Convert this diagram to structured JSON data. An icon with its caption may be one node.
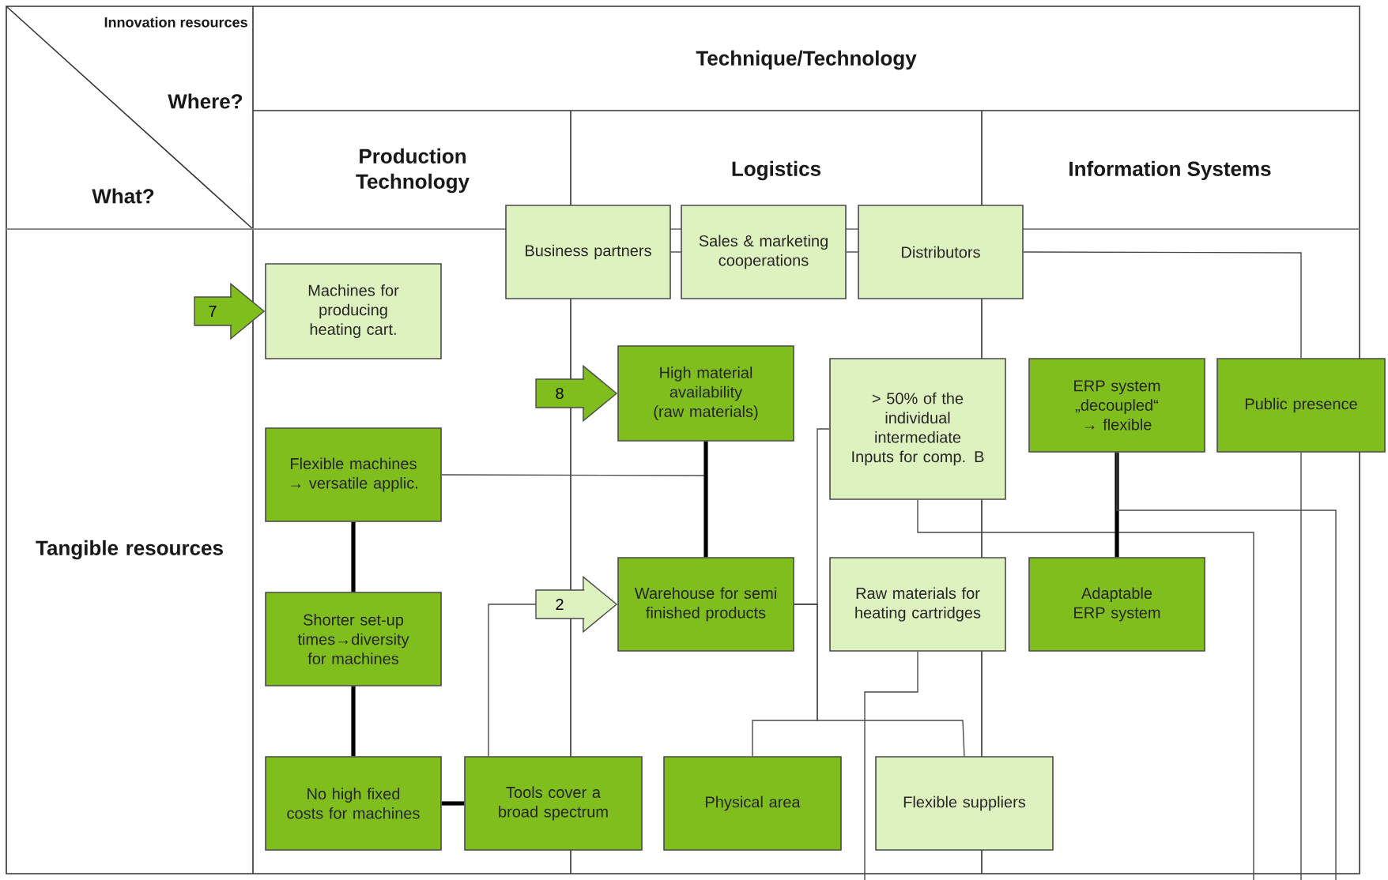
{
  "diagram": {
    "nodes": [
      {
        "text": [
          "Business partners"
        ]
      },
      {
        "text": [
          "Sales & marketing cooperations"
        ]
      },
      {
        "text": [
          "Distributors"
        ]
      },
      {
        "text": [
          "Machines for producing heating cart."
        ]
      },
      {
        "text": [
          "High material availability (raw materials)"
        ]
      },
      {
        "text": [
          "> 50% of the individual intermediate Inputs for comp. B"
        ]
      },
      {
        "text": [
          "ERP system „decoupled“ → flexible"
        ]
      },
      {
        "text": [
          "Public presence"
        ]
      },
      {
        "text": [
          "Flexible machines → versatile applic."
        ]
      },
      {
        "text": [
          "Shorter set-up times→diversity for machines"
        ]
      },
      {
        "text": [
          "Warehouse for semi finished products"
        ]
      },
      {
        "text": [
          "Raw materials for heating cartridges"
        ]
      },
      {
        "text": [
          "Adaptable ERP system"
        ]
      },
      {
        "text": [
          "No high fixed costs for machines"
        ]
      },
      {
        "text": [
          "Tools cover a broad spectrum"
        ]
      },
      {
        "text": [
          "Physical area"
        ]
      },
      {
        "text": [
          "Flexible suppliers"
        ]
      }
    ],
    "edges": [
      {
        "from": 0,
        "to": 1,
        "arrow": "none"
      },
      {
        "from": 1,
        "to": 2,
        "arrow": "none"
      },
      {
        "from": 2,
        "to": 7,
        "arrow": "none"
      },
      {
        "from": 7,
        "to": null,
        "arrow": "none"
      },
      {
        "from": 5,
        "to": null,
        "arrow": "none"
      },
      {
        "from": 6,
        "to": 12,
        "arrow": "none",
        "style": "thick"
      },
      {
        "from": 6,
        "to": null,
        "arrow": "none"
      },
      {
        "from": 11,
        "to": null,
        "arrow": "none"
      },
      {
        "from": 8,
        "to": 10,
        "arrow": "none"
      },
      {
        "from": 4,
        "to": 10,
        "arrow": "none",
        "style": "thick"
      },
      {
        "from": 8,
        "to": 9,
        "arrow": "none",
        "style": "thick"
      },
      {
        "from": 9,
        "to": 13,
        "arrow": "none",
        "style": "thick"
      },
      {
        "from": 13,
        "to": 14,
        "arrow": "none",
        "style": "thick"
      },
      {
        "from": 10,
        "to": 5,
        "arrow": "none"
      },
      {
        "from": 10,
        "to": 15,
        "arrow": "none"
      },
      {
        "from": 10,
        "to": 16,
        "arrow": "none"
      },
      {
        "from": null,
        "to": 3,
        "arrow": "to",
        "label": "7"
      },
      {
        "from": null,
        "to": 4,
        "arrow": "to",
        "label": "8"
      },
      {
        "from": 14,
        "to": 10,
        "arrow": "to",
        "label": "2"
      }
    ],
    "labels": [
      "Innovation resources",
      "Where?",
      "Technique/Technology",
      "Production Technology",
      "Logistics",
      "Information Systems",
      "What?",
      "Tangible resources"
    ]
  }
}
